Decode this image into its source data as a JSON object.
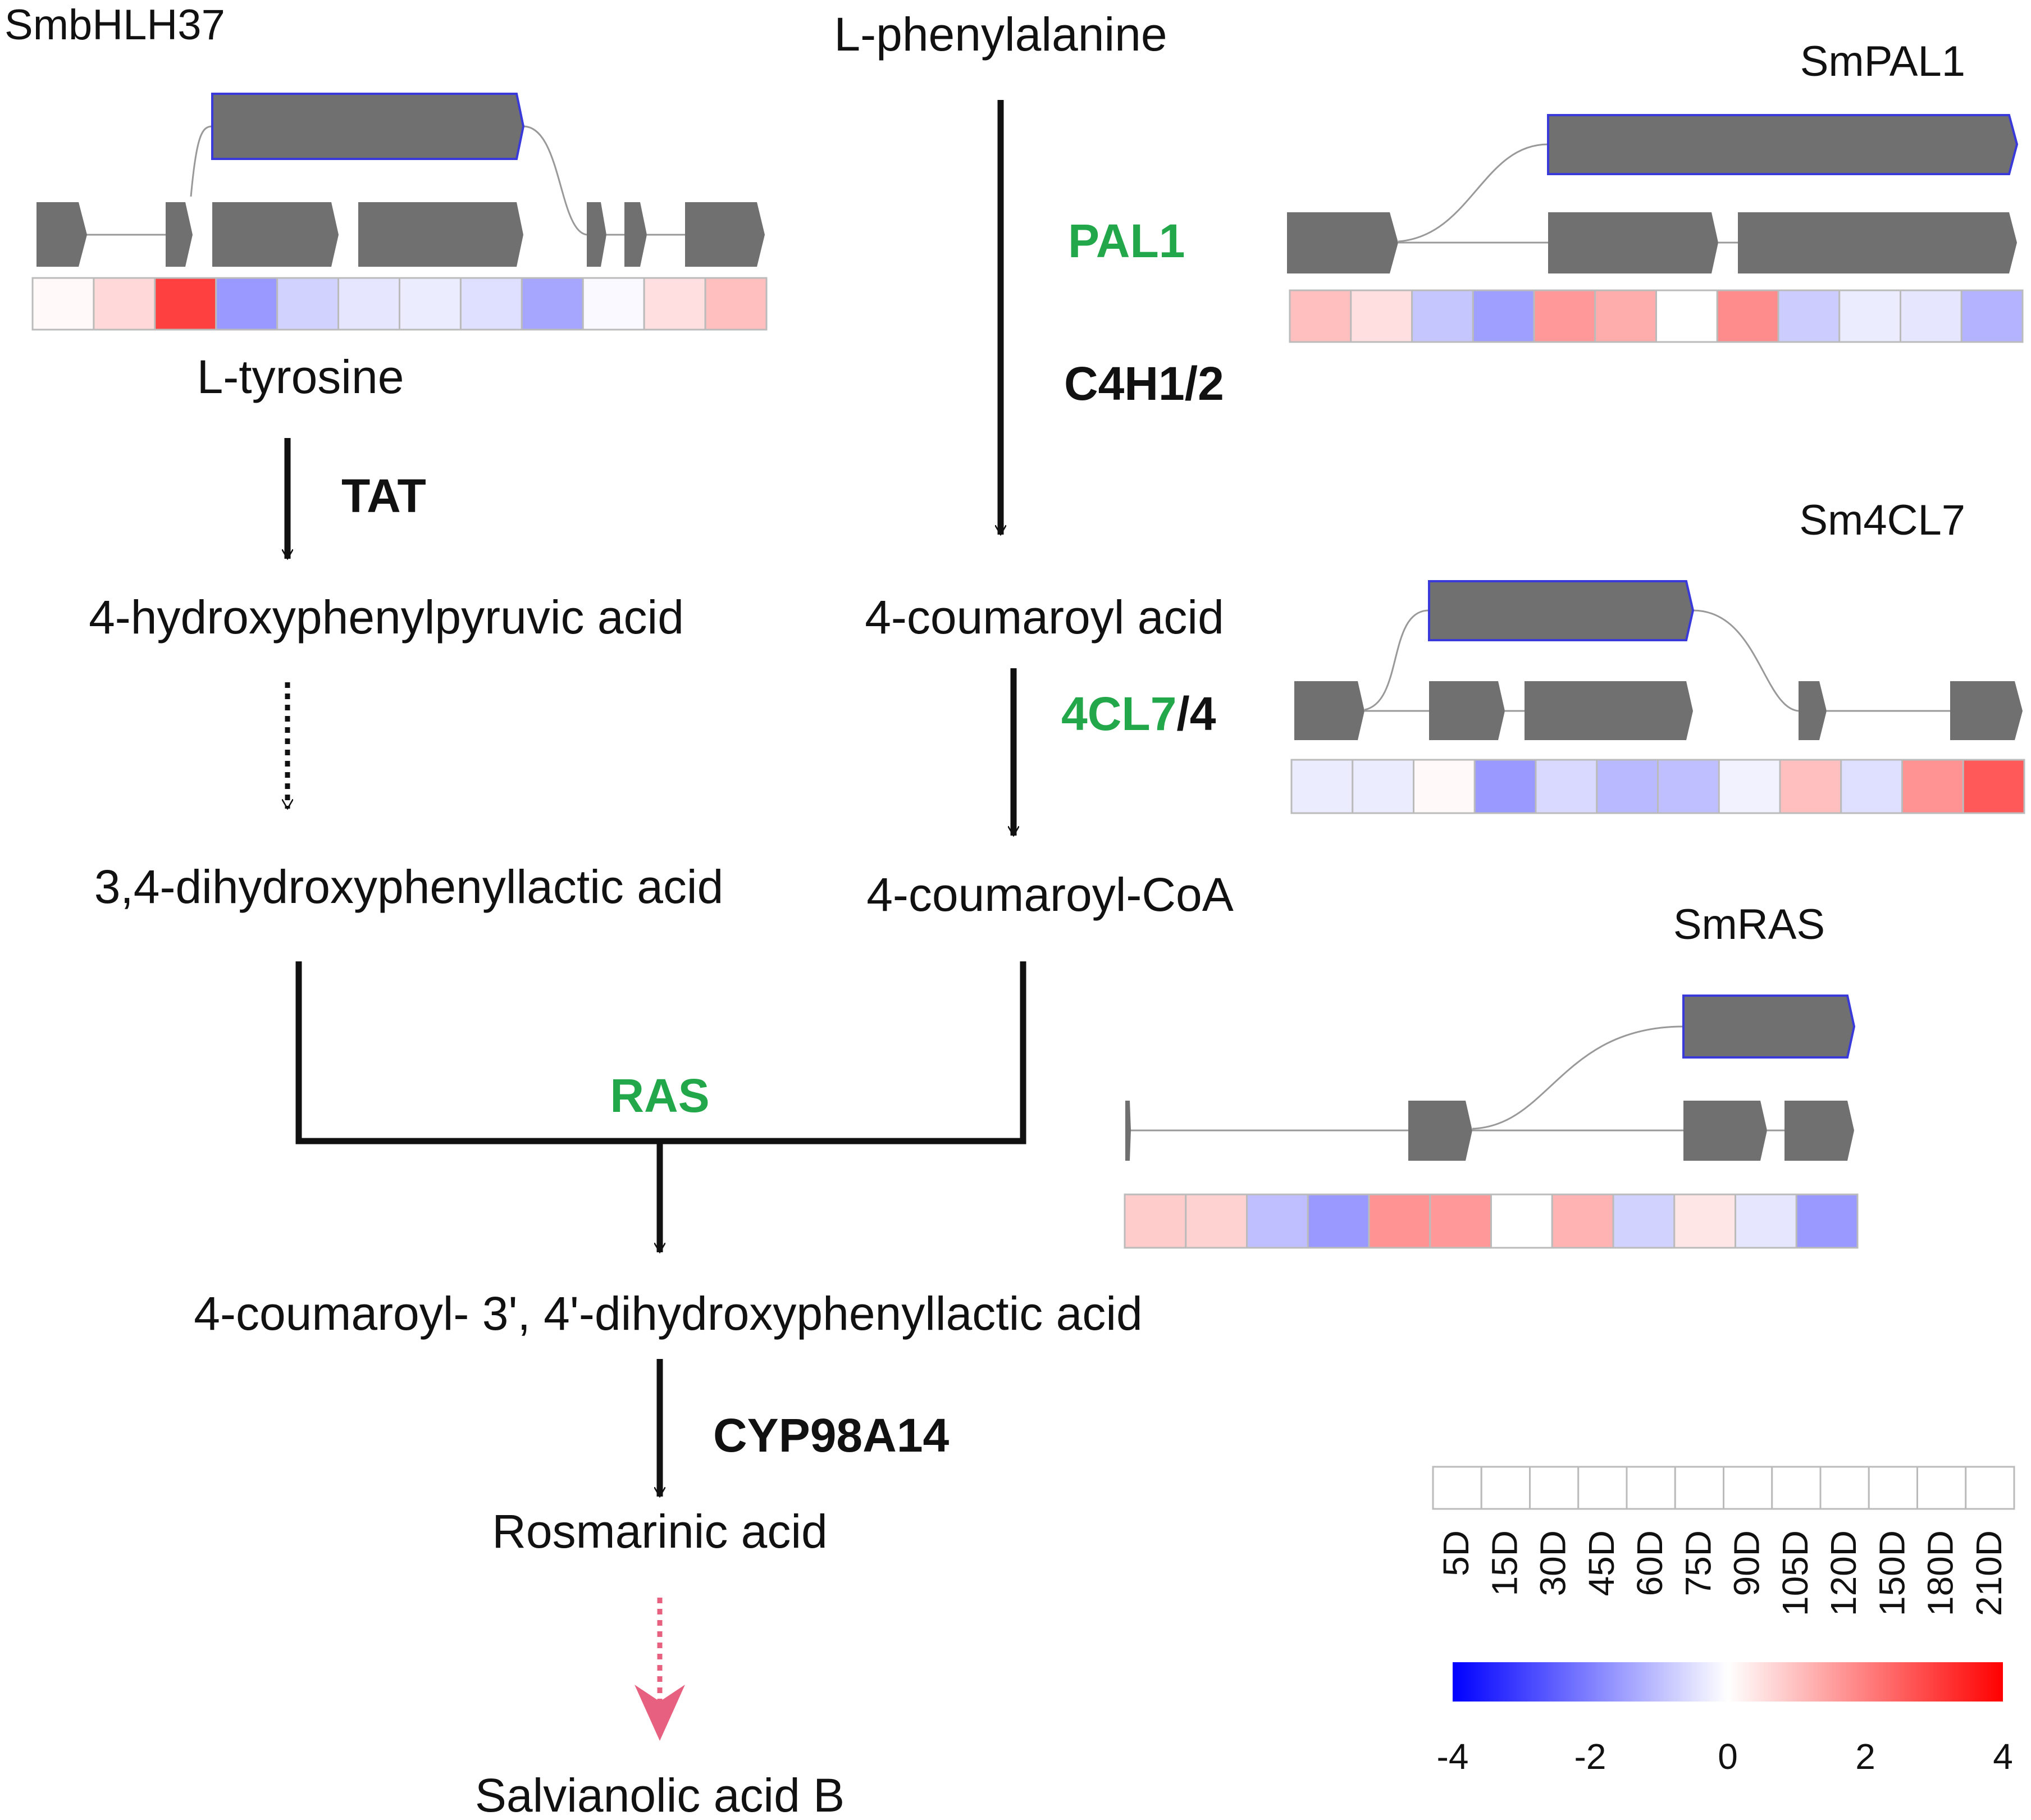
{
  "colors": {
    "enzyme_black": "#111111",
    "enzyme_green": "#22a84a",
    "exon_fill": "#707070",
    "transcript_outline": "#3a3adb",
    "dashed_pink": "#e8607f",
    "scale_low": "#0000ff",
    "scale_mid": "#ffffff",
    "scale_high": "#ff0000"
  },
  "metabolites": {
    "phe": "L-phenylalanine",
    "tyr": "L-tyrosine",
    "hppa": "4-hydroxyphenylpyruvic acid",
    "dhpl": "3,4-dihydroxyphenyllactic acid",
    "coumaric": "4-coumaroyl acid",
    "coa": "4-coumaroyl-CoA",
    "ester": "4-coumaroyl- 3', 4'-dihydroxyphenyllactic acid",
    "ra": "Rosmarinic acid",
    "salb": "Salvianolic acid B"
  },
  "enzymes": {
    "pal": "PAL1",
    "c4h": "C4H1/2",
    "tat": "TAT",
    "cl7": "4CL7",
    "cl_rest": "/4",
    "ras": "RAS",
    "cyp": "CYP98A14"
  },
  "genes": {
    "bhlh": "SmbHLH37",
    "pal": "SmPAL1",
    "cl7": "Sm4CL7",
    "ras": "SmRAS"
  },
  "legend": {
    "time_points": [
      "5D",
      "15D",
      "30D",
      "45D",
      "60D",
      "75D",
      "90D",
      "105D",
      "120D",
      "150D",
      "180D",
      "210D"
    ],
    "scale_ticks": [
      "-4",
      "-2",
      "0",
      "2",
      "4"
    ],
    "scale_min": -4,
    "scale_max": 4
  },
  "heatmaps": {
    "bhlh": [
      0.1,
      0.6,
      3.0,
      -1.6,
      -0.7,
      -0.4,
      -0.3,
      -0.5,
      -1.4,
      -0.1,
      0.5,
      1.0
    ],
    "pal": [
      1.0,
      0.5,
      -0.9,
      -1.5,
      1.6,
      1.3,
      0.0,
      1.8,
      -0.8,
      -0.3,
      -0.4,
      -1.2
    ],
    "cl7": [
      -0.3,
      -0.3,
      0.1,
      -1.6,
      -0.6,
      -1.1,
      -1.0,
      -0.2,
      1.0,
      -0.5,
      1.7,
      2.6
    ],
    "ras": [
      0.8,
      0.7,
      -1.0,
      -1.6,
      1.7,
      1.6,
      0.0,
      1.2,
      -0.7,
      0.4,
      -0.4,
      -1.6
    ]
  }
}
